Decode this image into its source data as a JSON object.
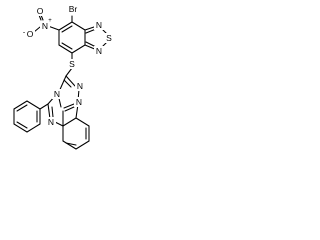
{
  "structure": {
    "atom_labels": {
      "bromine": "Br",
      "nitro_nitrogen": "N",
      "nitro_charge": "+",
      "nitro_oxygen_double": "O",
      "nitro_oxygen_single": "O",
      "nitro_oxygen_charge": "-",
      "thiadiazole_nitrogen_top": "N",
      "thiadiazole_sulfur": "S",
      "thiadiazole_nitrogen_bottom": "N",
      "thioether_sulfur": "S",
      "triazole_nitrogen_1": "N",
      "triazole_nitrogen_2": "N",
      "ring_fusion_nitrogen": "N",
      "quinazoline_nitrogen": "N"
    }
  }
}
